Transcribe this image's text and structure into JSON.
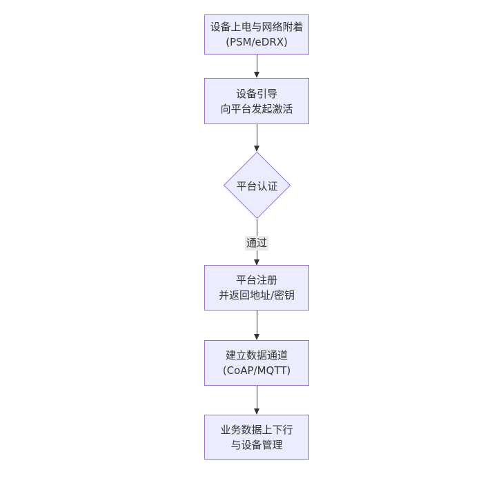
{
  "flowchart": {
    "nodes": [
      {
        "line1": "设备上电与网络附着",
        "line2": "(PSM/eDRX)"
      },
      {
        "line1": "设备引导",
        "line2": "向平台发起激活"
      },
      {
        "label": "平台认证"
      },
      {
        "line1": "平台注册",
        "line2": "并返回地址/密钥"
      },
      {
        "line1": "建立数据通道",
        "line2": "(CoAP/MQTT)"
      },
      {
        "line1": "业务数据上下行",
        "line2": "与设备管理"
      }
    ],
    "edge_labels": {
      "auth_pass": "通过"
    },
    "colors": {
      "node_fill": "#ECECFF",
      "node_border": "#9370DB",
      "edge": "#333333",
      "edge_label_bg": "#e8e8e8",
      "text": "#333333",
      "background": "#ffffff"
    }
  }
}
